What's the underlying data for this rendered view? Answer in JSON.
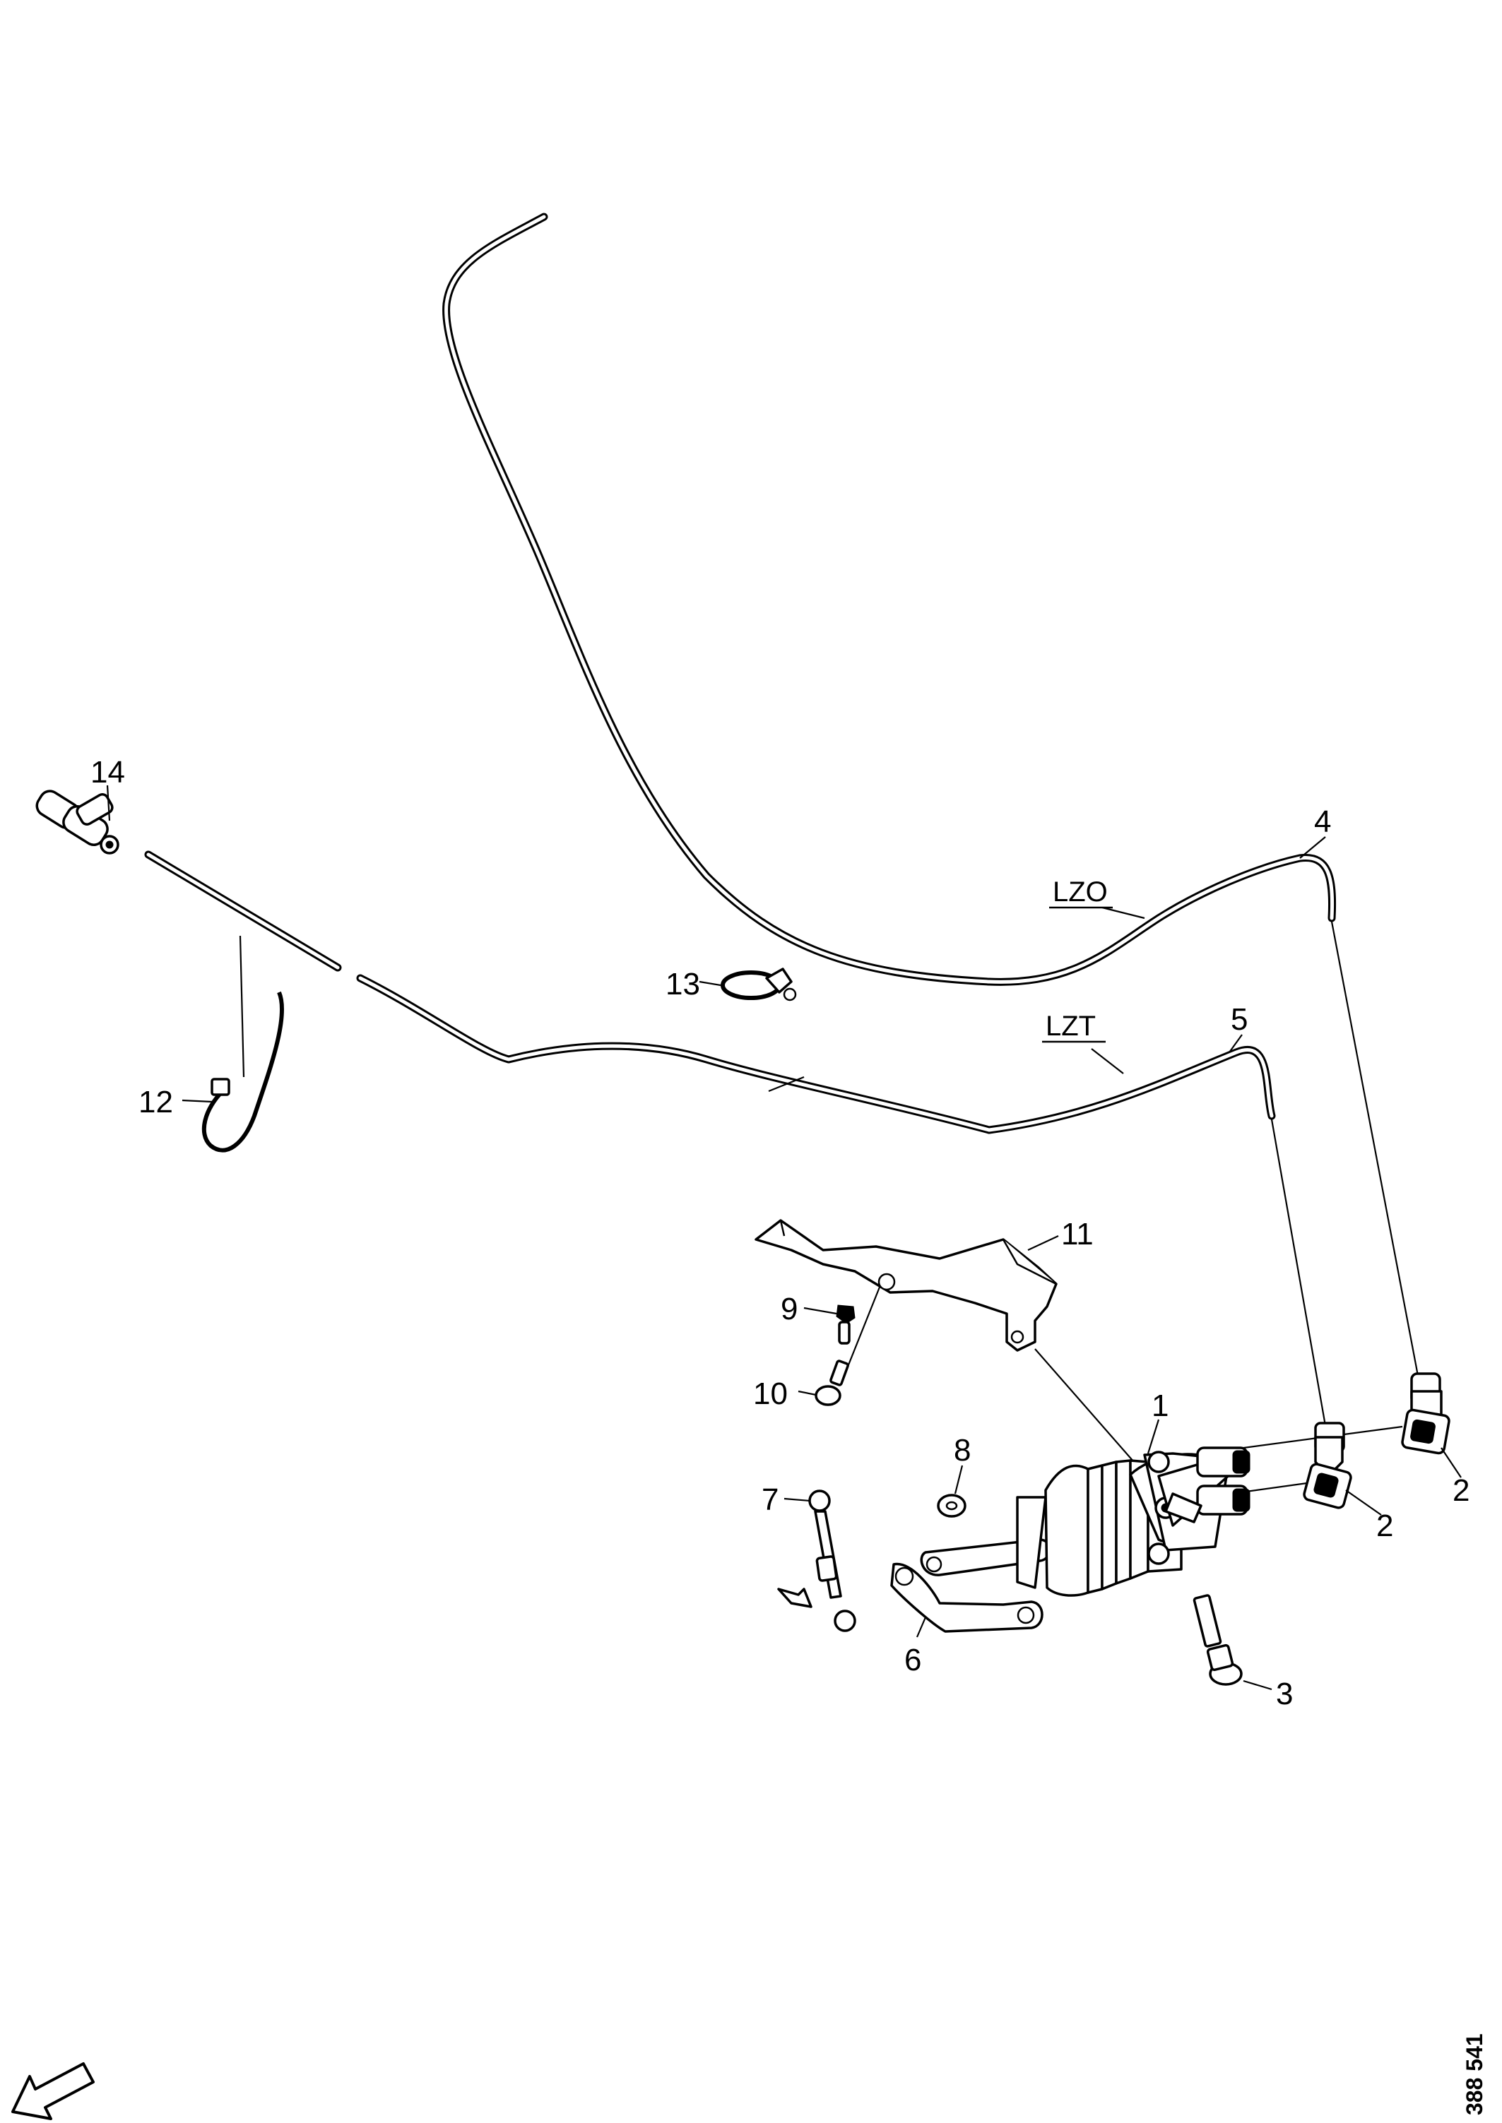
{
  "callouts": {
    "c1": "1",
    "c2a": "2",
    "c2b": "2",
    "c3": "3",
    "c4": "4",
    "c5": "5",
    "c6": "6",
    "c7": "7",
    "c8": "8",
    "c9": "9",
    "c10": "10",
    "c11": "11",
    "c12": "12",
    "c13": "13",
    "c14": "14"
  },
  "tube_labels": {
    "upper": "LZO",
    "lower": "LZT"
  },
  "reference_number": "388 541",
  "icons": {
    "orientation": "direction-arrow-icon"
  }
}
